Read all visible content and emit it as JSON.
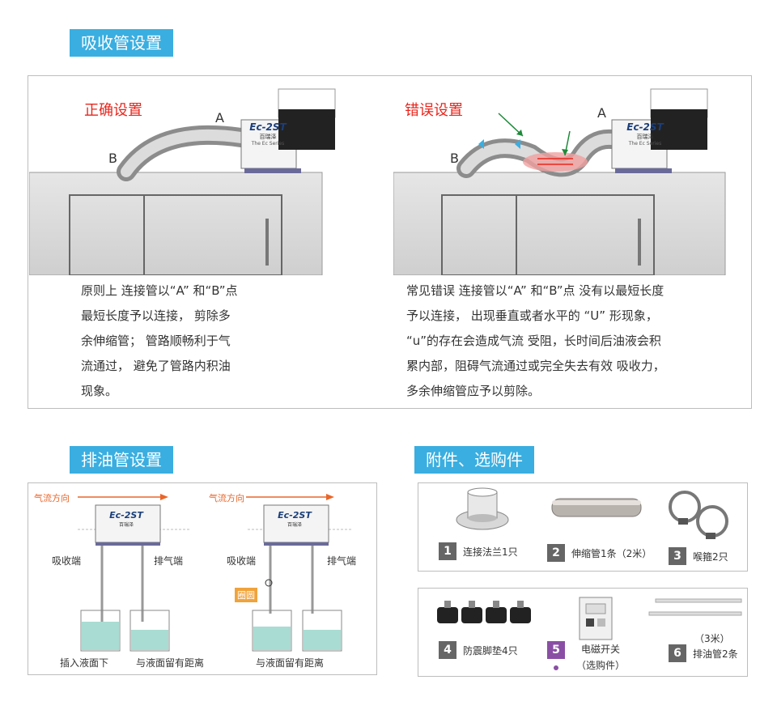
{
  "sections": {
    "suction": "吸收管设置",
    "drain": "排油管设置",
    "accessories": "附件、选购件"
  },
  "correct": {
    "title": "正确设置",
    "label_a": "A",
    "label_b": "B",
    "lines": [
      "原则上 连接管以“A” 和“B”点",
      "最短长度予以连接， 剪除多",
      "余伸缩管； 管路顺畅利于气",
      "流通过， 避免了管路内积油",
      "现象。"
    ]
  },
  "wrong": {
    "title": "错误设置",
    "label_a": "A",
    "label_b": "B",
    "lines": [
      "常见错误 连接管以“A” 和“B”点 没有以最短长度",
      "予以连接， 出现垂直或者水平的 “U” 形现象，",
      "“u”的存在会造成气流 受阻，长时间后油液会积",
      "累内部，阻碍气流通过或完全失去有效 吸收力，",
      "多余伸缩管应予以剪除。"
    ]
  },
  "device": {
    "brand": "Ec-2ST",
    "cn": "百瑞泽",
    "series": "The Ec Series"
  },
  "drain_panel": {
    "flow_left": "气流方向",
    "flow_right": "气流方向",
    "inlet_left": "吸收端",
    "outlet_left": "排气端",
    "inlet_right": "吸收端",
    "outlet_right": "排气端",
    "ring": "圈圆",
    "caption_insert": "插入液面下",
    "caption_gap_left": "与液面留有距离",
    "caption_gap_right": "与液面留有距离"
  },
  "accessories": [
    {
      "num": "1",
      "label": "连接法兰1只"
    },
    {
      "num": "2",
      "label": "伸缩管1条（2米）"
    },
    {
      "num": "3",
      "label": "喉箍2只"
    },
    {
      "num": "4",
      "label": "防震脚垫4只"
    },
    {
      "num": "5",
      "label": "电磁开关",
      "sub": "（选购件）"
    },
    {
      "num": "6",
      "label": "排油管2条",
      "sub": "（3米）"
    }
  ],
  "colors": {
    "tag": "#3aaee0",
    "red": "#e8261d",
    "orange": "#e9662a",
    "purple": "#8a4fa5"
  }
}
